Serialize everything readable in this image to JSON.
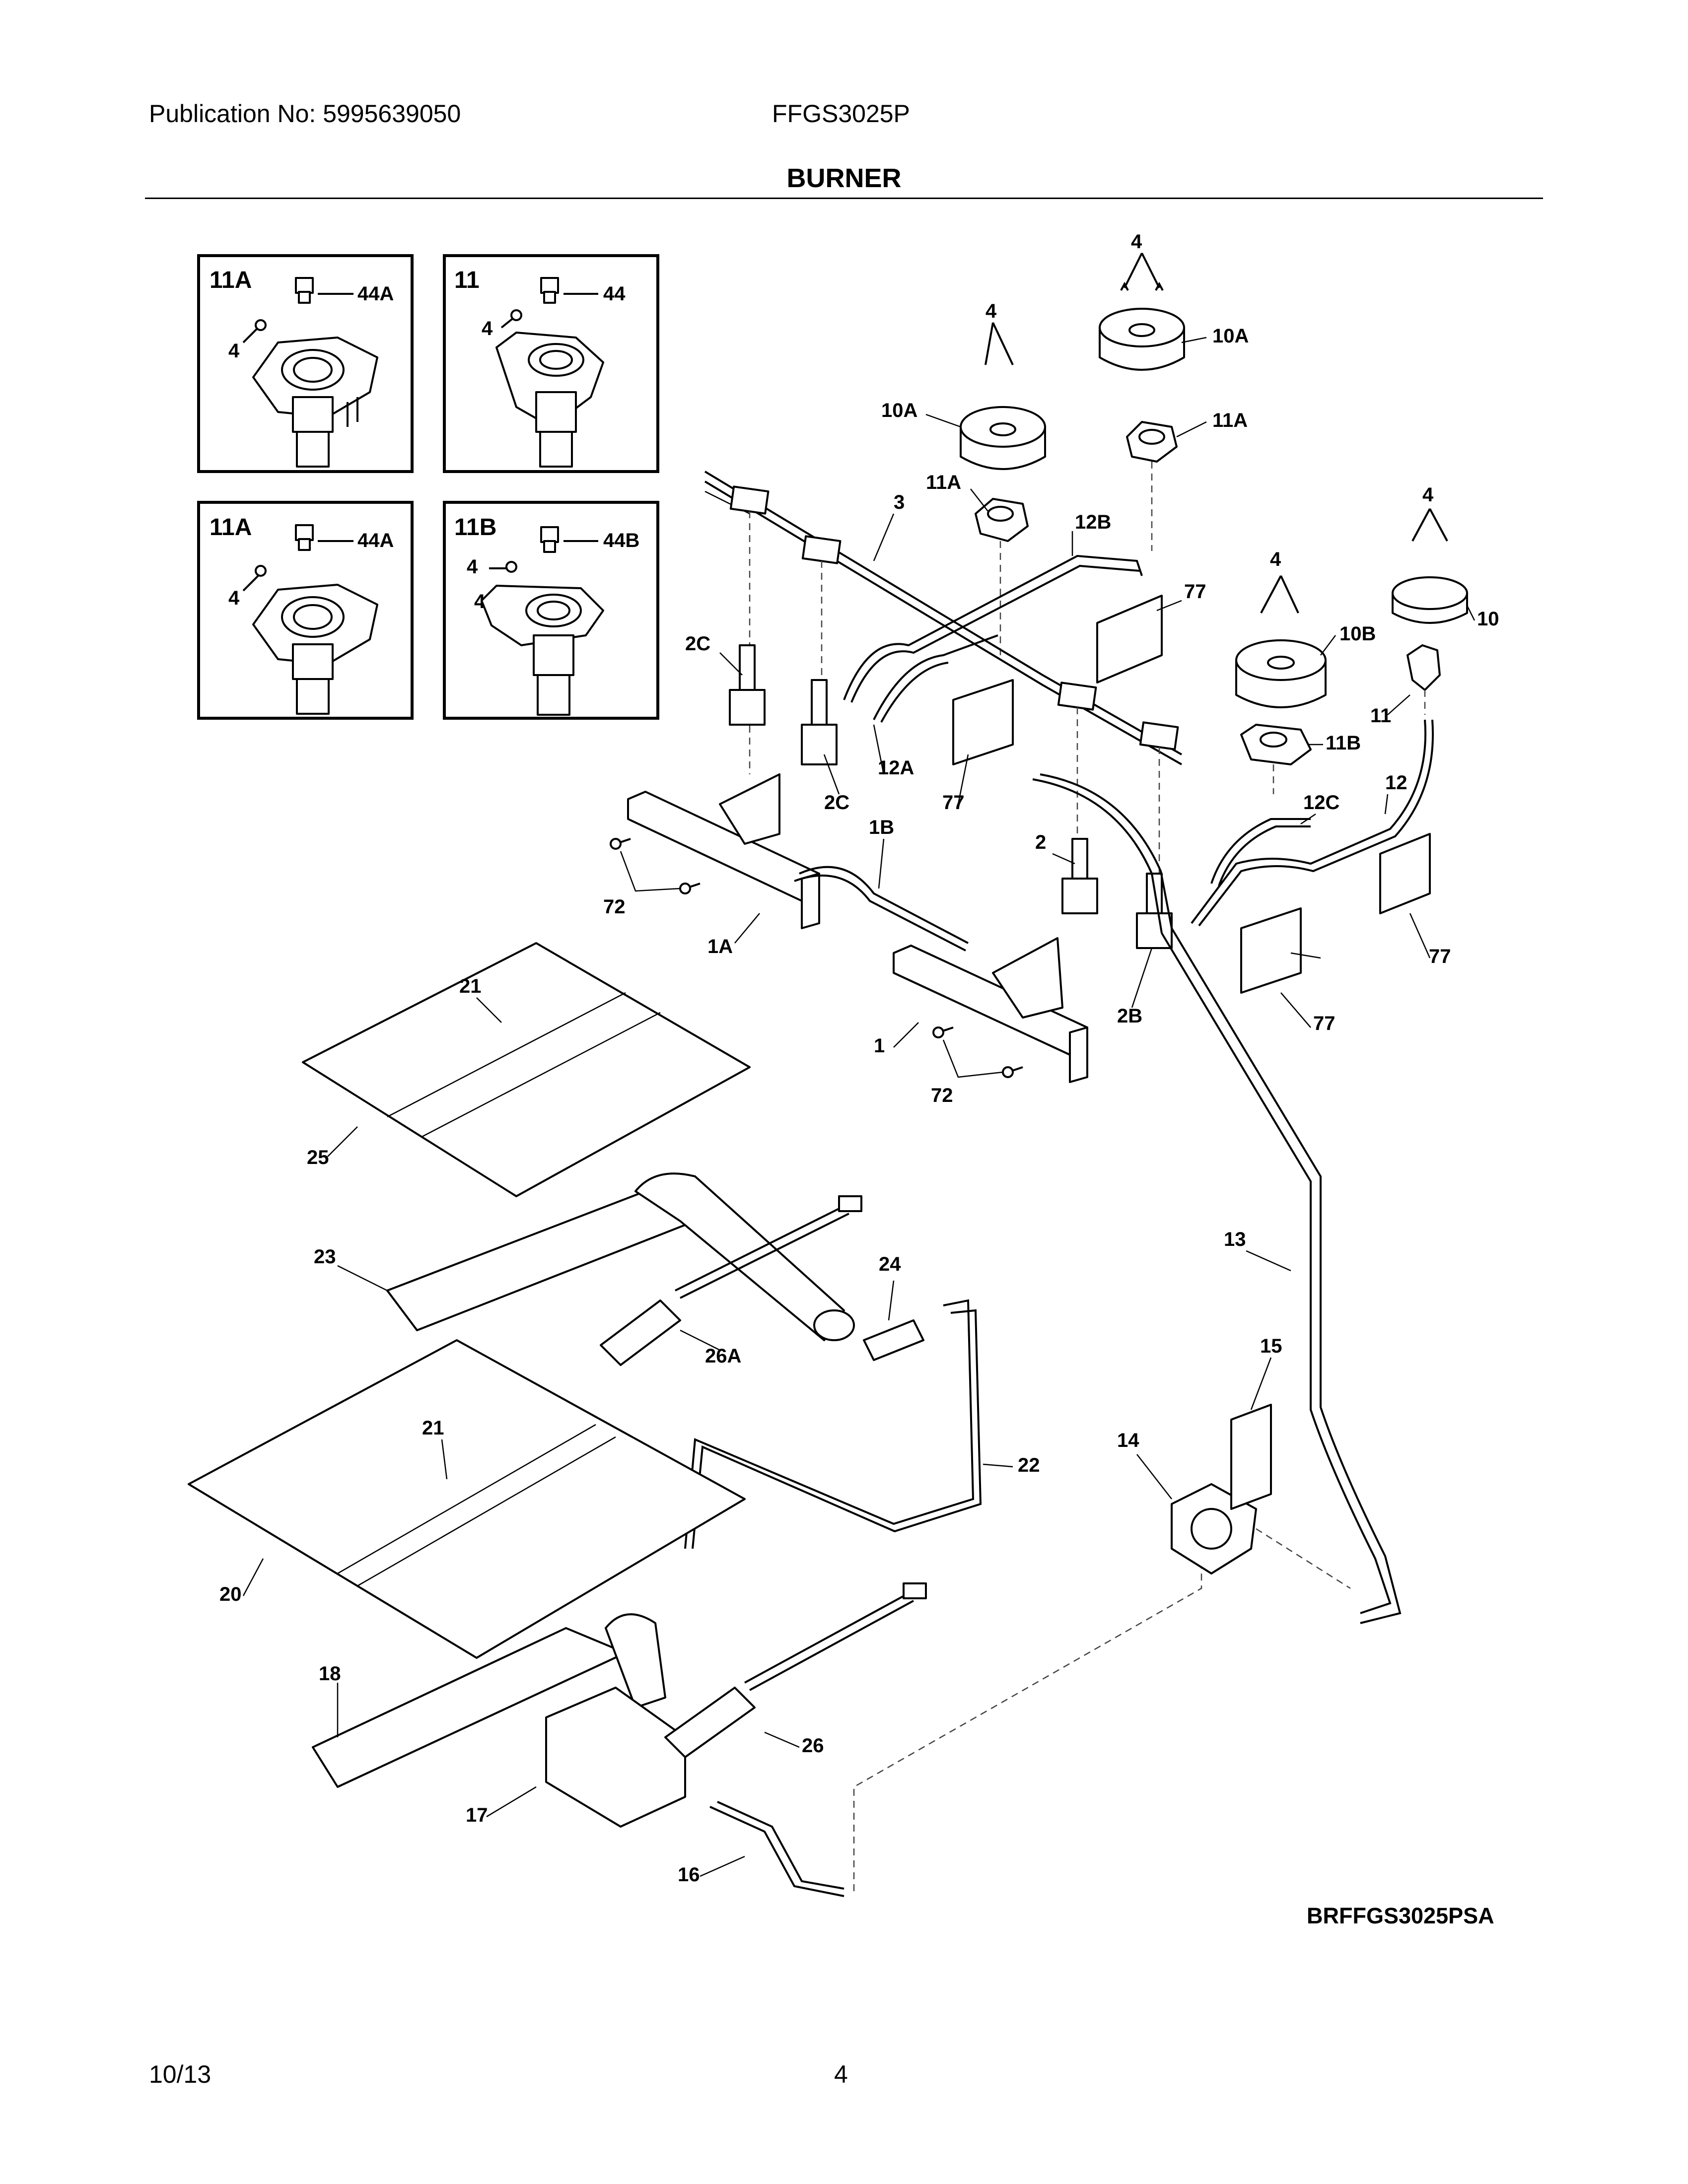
{
  "header": {
    "publication": "Publication No: 5995639050",
    "model": "FFGS3025P",
    "title": "BURNER"
  },
  "footer": {
    "date": "10/13",
    "page": "4",
    "diagram_ref": "BRFFGS3025PSA"
  },
  "insets": [
    {
      "title": "11A",
      "labels": [
        "44A",
        "4"
      ]
    },
    {
      "title": "11",
      "labels": [
        "44",
        "4"
      ]
    },
    {
      "title": "11A",
      "labels": [
        "44A",
        "4"
      ]
    },
    {
      "title": "11B",
      "labels": [
        "44B",
        "4",
        "4"
      ]
    }
  ],
  "callouts": {
    "p4a": "4",
    "p4b": "4",
    "p4c": "4",
    "p4d": "4",
    "p10A_a": "10A",
    "p10A_b": "10A",
    "p10B": "10B",
    "p10": "10",
    "p11A_a": "11A",
    "p11A_b": "11A",
    "p11B": "11B",
    "p11": "11",
    "p3": "3",
    "p12B": "12B",
    "p77a": "77",
    "p77b": "77",
    "p77c": "77",
    "p77d": "77",
    "p2C_a": "2C",
    "p2C_b": "2C",
    "p12A": "12A",
    "p1B": "1B",
    "p2": "2",
    "p12C": "12C",
    "p12": "12",
    "p72a": "72",
    "p72b": "72",
    "p1A": "1A",
    "p1": "1",
    "p2B": "2B",
    "p21a": "21",
    "p21b": "21",
    "p25": "25",
    "p13": "13",
    "p23": "23",
    "p24": "24",
    "p26A": "26A",
    "p15": "15",
    "p14": "14",
    "p22": "22",
    "p20": "20",
    "p18": "18",
    "p26": "26",
    "p17": "17",
    "p16": "16"
  }
}
